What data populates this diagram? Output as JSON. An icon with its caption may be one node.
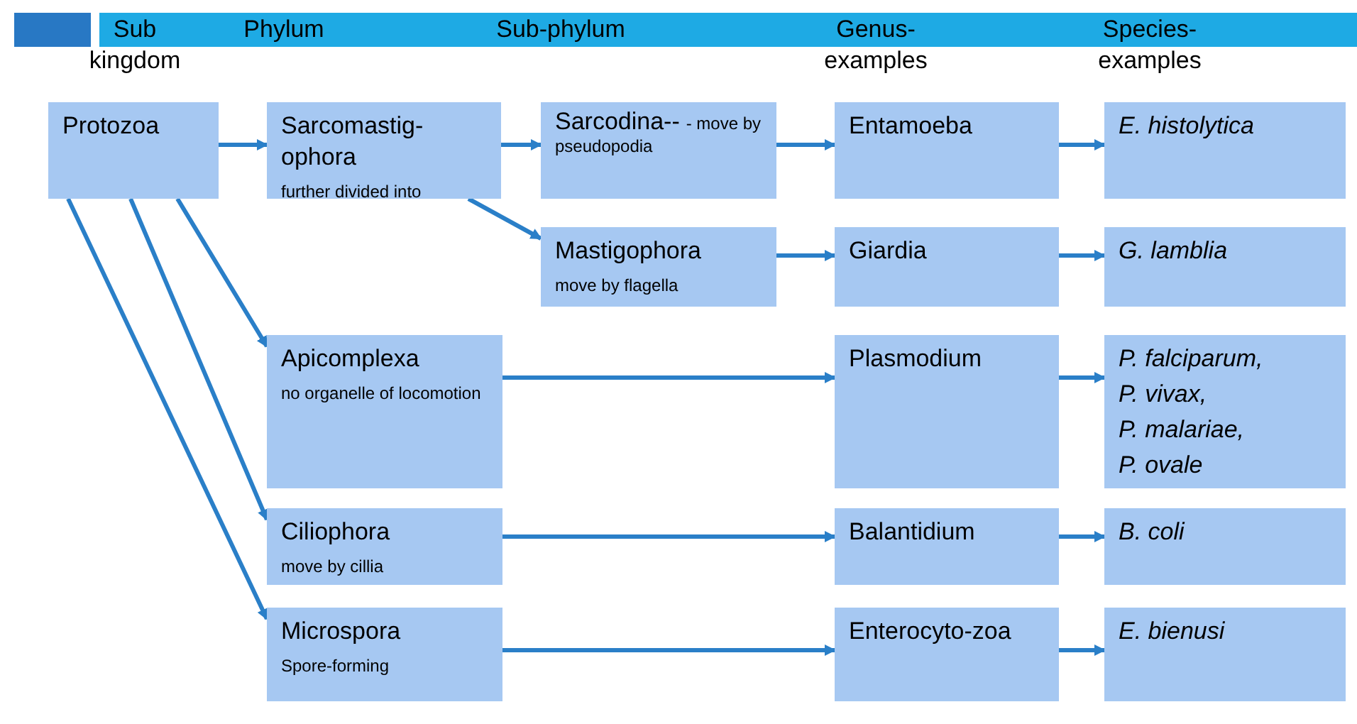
{
  "diagram": {
    "nodes": [
      {
        "text": [
          "Protozoa"
        ]
      },
      {
        "text": [
          "Sarcomastig- ophora",
          "further divided into"
        ]
      },
      {
        "text": [
          "Sarcodina--",
          "- move by pseudopodia"
        ]
      },
      {
        "text": [
          "Mastigophora",
          "move by flagella"
        ]
      },
      {
        "text": [
          "Entamoeba"
        ]
      },
      {
        "text": [
          "E. histolytica"
        ]
      },
      {
        "text": [
          "Giardia"
        ]
      },
      {
        "text": [
          "G. lamblia"
        ]
      },
      {
        "text": [
          "Apicomplexa",
          "no organelle of locomotion"
        ]
      },
      {
        "text": [
          "Plasmodium"
        ]
      },
      {
        "text": [
          "P. falciparum,",
          "P. vivax,",
          "P. malariae,",
          "P. ovale"
        ]
      },
      {
        "text": [
          "Ciliophora",
          "move by cillia"
        ]
      },
      {
        "text": [
          "Balantidium"
        ]
      },
      {
        "text": [
          "B. coli"
        ]
      },
      {
        "text": [
          "Microspora",
          "Spore-forming"
        ]
      },
      {
        "text": [
          "Enterocyto-zoa"
        ]
      },
      {
        "text": [
          "E. bienusi"
        ]
      }
    ],
    "edges": [
      {
        "from": 0,
        "to": 1,
        "arrow": "to"
      },
      {
        "from": 1,
        "to": 2,
        "arrow": "to"
      },
      {
        "from": 1,
        "to": 3,
        "arrow": "to"
      },
      {
        "from": 2,
        "to": 4,
        "arrow": "to"
      },
      {
        "from": 3,
        "to": 6,
        "arrow": "to"
      },
      {
        "from": 4,
        "to": 5,
        "arrow": "to"
      },
      {
        "from": 6,
        "to": 7,
        "arrow": "to"
      },
      {
        "from": 0,
        "to": 8,
        "arrow": "to"
      },
      {
        "from": 0,
        "to": 11,
        "arrow": "to"
      },
      {
        "from": 0,
        "to": 14,
        "arrow": "to"
      },
      {
        "from": 8,
        "to": 9,
        "arrow": "to"
      },
      {
        "from": 11,
        "to": 12,
        "arrow": "to"
      },
      {
        "from": 14,
        "to": 15,
        "arrow": "to"
      },
      {
        "from": 9,
        "to": 10,
        "arrow": "to"
      },
      {
        "from": 12,
        "to": 13,
        "arrow": "to"
      },
      {
        "from": 15,
        "to": 16,
        "arrow": "to"
      }
    ],
    "labels": [
      "Sub kingdom",
      "Phylum",
      "Sub-phylum",
      "Genus- examples",
      "Species- examples"
    ]
  }
}
